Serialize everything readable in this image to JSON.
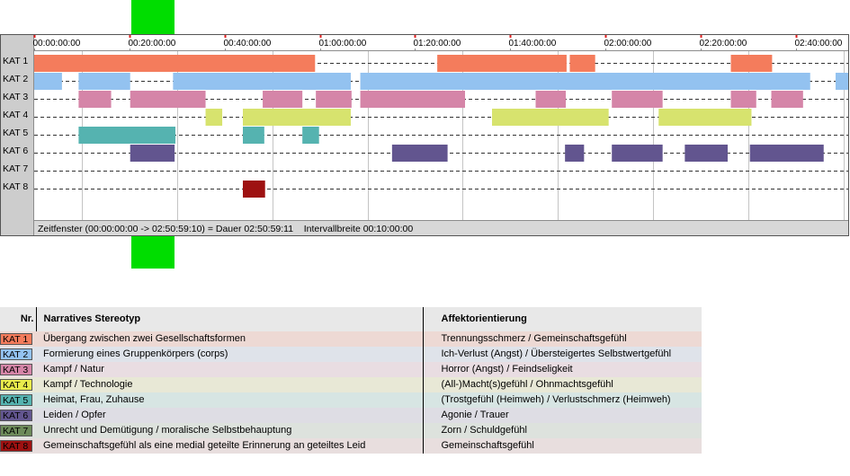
{
  "chart_data": {
    "type": "gantt-timeline",
    "time_unit": "seconds",
    "axis": {
      "start": 0,
      "end": 10259,
      "tick_interval": 1200,
      "tick_labels": [
        "00:00:00:00",
        "00:20:00:00",
        "00:40:00:00",
        "01:00:00:00",
        "01:20:00:00",
        "01:40:00:00",
        "02:00:00:00",
        "02:20:00:00",
        "02:40:00:00"
      ]
    },
    "status_text": "Zeitfenster (00:00:00:00 -> 02:50:59:10) = Dauer 02:50:59:11    Intervallbreite 00:10:00:00",
    "categories": [
      {
        "label": "KAT 1",
        "color": "#f47c5c",
        "segments": [
          [
            0,
            3540
          ],
          [
            5080,
            6710
          ],
          [
            6750,
            7070
          ],
          [
            8780,
            9300
          ]
        ]
      },
      {
        "label": "KAT 2",
        "color": "#93c2f0",
        "segments": [
          [
            0,
            350
          ],
          [
            560,
            1210
          ],
          [
            1750,
            3990
          ],
          [
            4110,
            9780
          ],
          [
            10100,
            10259
          ]
        ]
      },
      {
        "label": "KAT 3",
        "color": "#d585a8",
        "segments": [
          [
            560,
            970
          ],
          [
            1210,
            2160
          ],
          [
            2880,
            3380
          ],
          [
            3550,
            4000
          ],
          [
            4110,
            5430
          ],
          [
            6320,
            6700
          ],
          [
            7280,
            7920
          ],
          [
            8780,
            9100
          ],
          [
            9290,
            9690
          ]
        ]
      },
      {
        "label": "KAT 4",
        "color": "#d7e36e",
        "segments": [
          [
            2160,
            2370
          ],
          [
            2630,
            3990
          ],
          [
            5770,
            7240
          ],
          [
            7870,
            9040
          ]
        ]
      },
      {
        "label": "KAT 5",
        "color": "#55b3b0",
        "segments": [
          [
            560,
            1780
          ],
          [
            2630,
            2900
          ],
          [
            3380,
            3590
          ]
        ]
      },
      {
        "label": "KAT 6",
        "color": "#62558f",
        "segments": [
          [
            1210,
            1770
          ],
          [
            4510,
            5210
          ],
          [
            6690,
            6930
          ],
          [
            7280,
            7920
          ],
          [
            8200,
            8740
          ],
          [
            9020,
            9950
          ]
        ]
      },
      {
        "label": "KAT 7",
        "color": "#888888",
        "segments": []
      },
      {
        "label": "KAT 8",
        "color": "#9e1111",
        "segments": [
          [
            2630,
            2910
          ]
        ]
      }
    ],
    "colors": {
      "marker_green": "#00dd00",
      "panel_bg": "#ffffff",
      "label_bg": "#cdcdcd",
      "frame": "#555555"
    }
  },
  "legend": {
    "header": {
      "nr": "Nr.",
      "stereotype": "Narratives Stereotyp",
      "affect": "Affektorientierung"
    },
    "rows": [
      {
        "nr": "KAT 1",
        "stereotype": "Übergang zwischen zwei Gesellschaftsformen",
        "affect": "Trennungsschmerz / Gemeinschaftsgefühl",
        "color": "#f47c5c",
        "row_bg": "#edd9d4"
      },
      {
        "nr": "KAT 2",
        "stereotype": "Formierung eines Gruppenkörpers (corps)",
        "affect": "Ich-Verlust (Angst) / Übersteigertes Selbstwertgefühl",
        "color": "#93c2f0",
        "row_bg": "#dfe3ea"
      },
      {
        "nr": "KAT 3",
        "stereotype": "Kampf / Natur",
        "affect": "Horror (Angst) / Feindseligkeit",
        "color": "#d585a8",
        "row_bg": "#e9dde2"
      },
      {
        "nr": "KAT 4",
        "stereotype": "Kampf / Technologie",
        "affect": "(All-)Macht(s)gefühl / Ohnmachtsgefühl",
        "color": "#e9ec4c",
        "row_bg": "#e8e8d6"
      },
      {
        "nr": "KAT 5",
        "stereotype": "Heimat, Frau, Zuhause",
        "affect": "(Trostgefühl (Heimweh) / Verlustschmerz (Heimweh)",
        "color": "#55b3b0",
        "row_bg": "#d7e5e3"
      },
      {
        "nr": "KAT 6",
        "stereotype": "Leiden / Opfer",
        "affect": "Agonie / Trauer",
        "color": "#62558f",
        "row_bg": "#dedde4"
      },
      {
        "nr": "KAT 7",
        "stereotype": "Unrecht und Demütigung / moralische Selbstbehauptung",
        "affect": "Zorn / Schuldgefühl",
        "color": "#6d8a5a",
        "row_bg": "#dde2dd"
      },
      {
        "nr": "KAT 8",
        "stereotype": "Gemeinschaftsgefühl als eine medial geteilte Erinnerung an geteiltes Leid",
        "affect": "Gemeinschaftsgefühl",
        "color": "#9e1111",
        "row_bg": "#e8dede"
      }
    ]
  }
}
